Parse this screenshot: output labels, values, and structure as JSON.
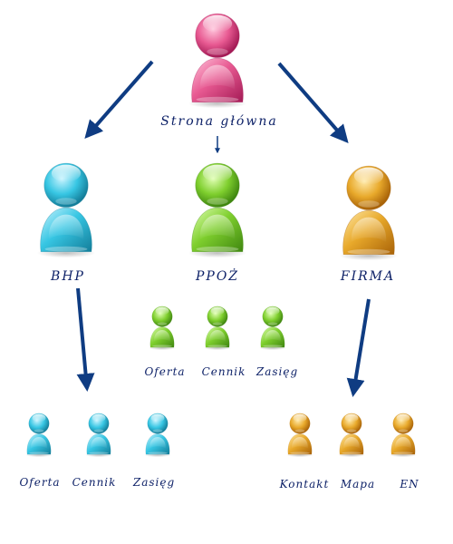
{
  "colors": {
    "pink": [
      "#ffc6dc",
      "#e85a92",
      "#a31a55"
    ],
    "cyan": [
      "#c9f4ff",
      "#37c6e3",
      "#137d99"
    ],
    "green": [
      "#e0ffb3",
      "#7fcf2e",
      "#3f8610"
    ],
    "gold": [
      "#ffe9a8",
      "#e8a92b",
      "#a86208"
    ],
    "arrow": "#0f3c82",
    "text": "#0b1f66"
  },
  "nodes": {
    "home": {
      "label": "Strona główna",
      "color": "pink",
      "icon": "user-icon"
    },
    "bhp": {
      "label": "BHP",
      "color": "cyan",
      "icon": "user-icon"
    },
    "ppoz": {
      "label": "PPOŻ",
      "color": "green",
      "icon": "user-icon"
    },
    "firma": {
      "label": "FIRMA",
      "color": "gold",
      "icon": "user-icon"
    }
  },
  "bhp_children": [
    {
      "label": "Oferta",
      "color": "cyan"
    },
    {
      "label": "Cennik",
      "color": "cyan"
    },
    {
      "label": "Zasięg",
      "color": "cyan"
    }
  ],
  "ppoz_children": [
    {
      "label": "Oferta",
      "color": "green"
    },
    {
      "label": "Cennik",
      "color": "green"
    },
    {
      "label": "Zasięg",
      "color": "green"
    }
  ],
  "firma_children": [
    {
      "label": "Kontakt",
      "color": "gold"
    },
    {
      "label": "Mapa",
      "color": "gold"
    },
    {
      "label": "EN",
      "color": "gold"
    }
  ]
}
